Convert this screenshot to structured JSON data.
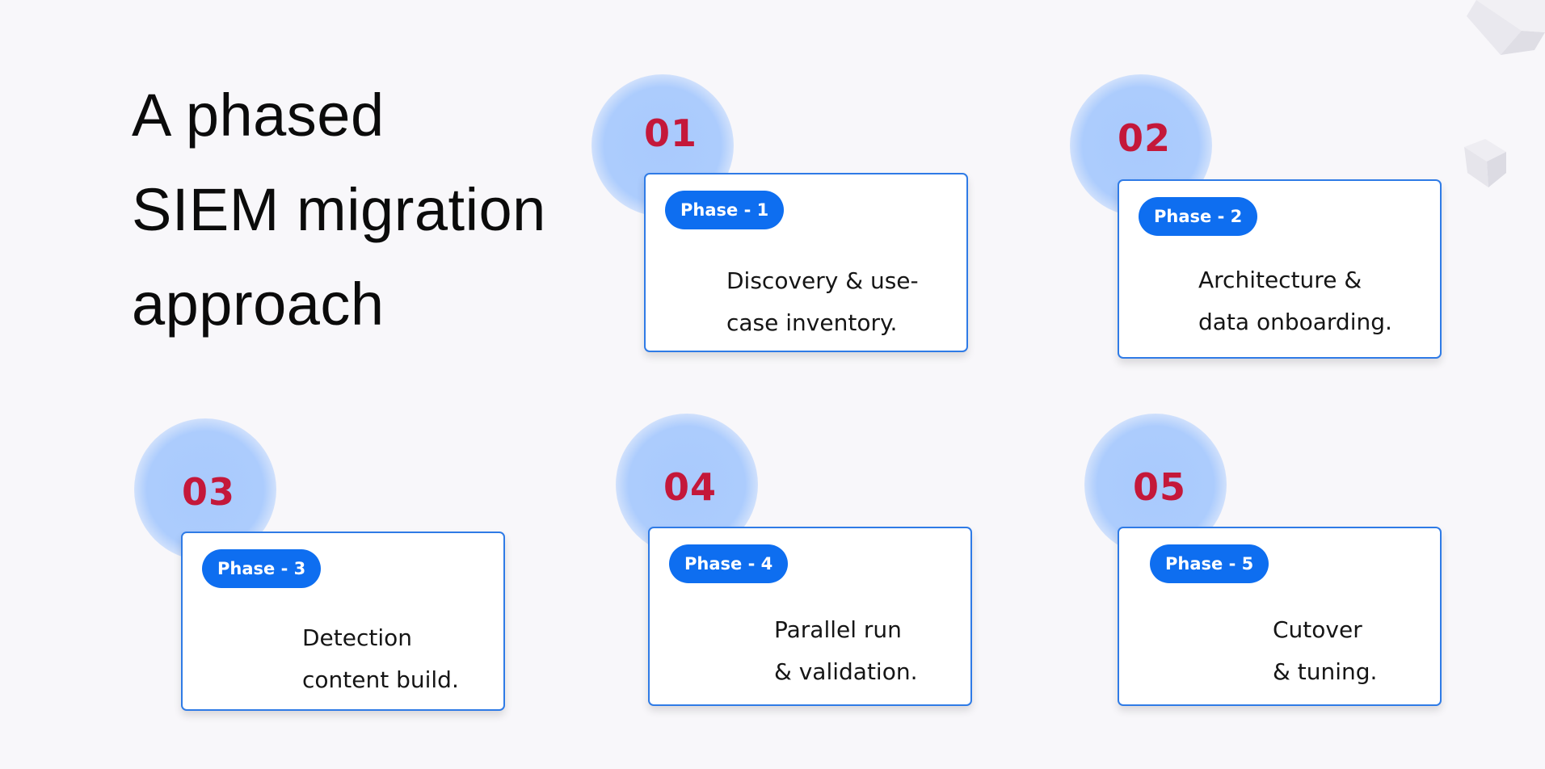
{
  "title": {
    "line1": "A phased",
    "line2": "SIEM migration",
    "line3": "approach"
  },
  "phases": [
    {
      "number": "01",
      "tag": "Phase - 1",
      "line1": "Discovery & use-",
      "line2": "case inventory."
    },
    {
      "number": "02",
      "tag": "Phase - 2",
      "line1": "Architecture &",
      "line2": "data onboarding."
    },
    {
      "number": "03",
      "tag": "Phase - 3",
      "line1": "Detection",
      "line2": "content build."
    },
    {
      "number": "04",
      "tag": "Phase - 4",
      "line1": "Parallel run",
      "line2": "& validation."
    },
    {
      "number": "05",
      "tag": "Phase - 5",
      "line1": "Cutover",
      "line2": "& tuning."
    }
  ],
  "colors": {
    "background": "#f8f7fa",
    "number": "#c4183a",
    "pill": "#0e6ef0",
    "card_border": "#2f7be6",
    "blob": "#acccfd"
  }
}
